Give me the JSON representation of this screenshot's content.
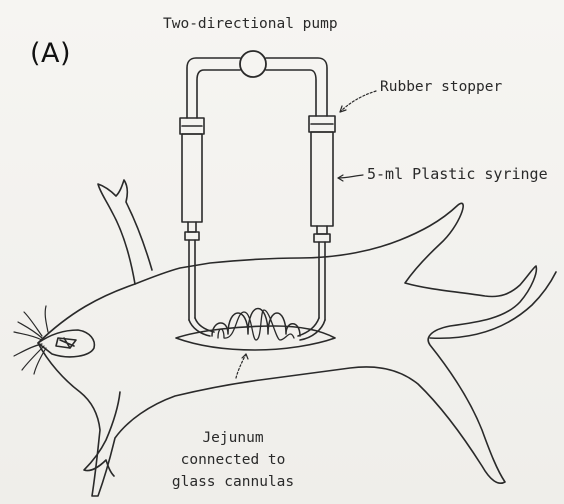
{
  "panel_label": "(A)",
  "labels": {
    "pump": "Two-directional pump",
    "stopper": "Rubber stopper",
    "syringe": "5-ml Plastic syringe",
    "jejunum": [
      "Jejunum",
      "connected to",
      "glass cannulas"
    ]
  },
  "colors": {
    "background": "#f2f1ee",
    "ink": "#2a2a2a"
  }
}
